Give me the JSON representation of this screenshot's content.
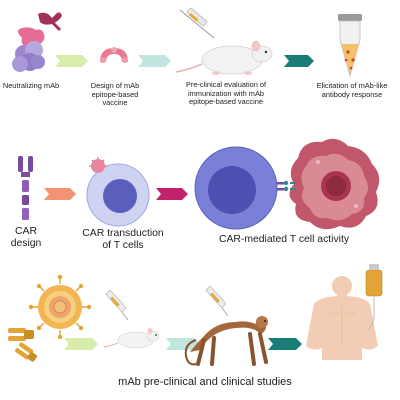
{
  "row1": {
    "neutralizing_mab": "Neutralizing mAb",
    "design_vaccine": "Design of mAb epitope-based vaccine",
    "preclinical_eval": "Pre-clinical evaluation of immunization with mAb epitope-based vaccine",
    "elicitation": "Elicitation of mAb-like antibody response"
  },
  "row2": {
    "car_design": "CAR design",
    "car_transduction": "CAR transduction of T cells",
    "car_activity": "CAR-mediated T cell activity"
  },
  "row3": {
    "title": "mAb pre-clinical and clinical studies"
  },
  "colors": {
    "arrow_green": "#d8ecab",
    "arrow_teal": "#1a7d78",
    "arrow_mint": "#bfe6df",
    "arrow_orange": "#f39372",
    "arrow_magenta": "#c2226c",
    "t_cell": "#6f75d0",
    "tumor": "#c0576a",
    "car_purple": "#7b4aa0",
    "antibody_orange": "#e3a437",
    "protein_pink": "#e06c8f"
  }
}
